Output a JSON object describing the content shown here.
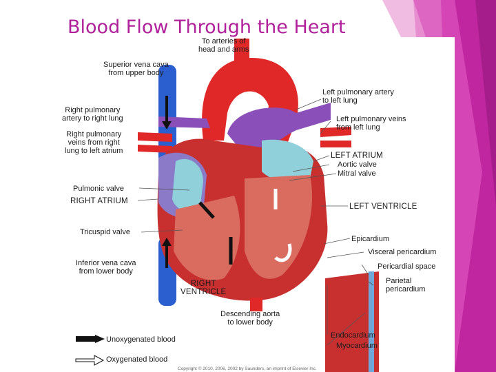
{
  "slide": {
    "title": "Blood Flow Through the Heart",
    "accent_color": "#b0219b"
  },
  "labels": {
    "to_head": "To arteries of\nhead and arms",
    "svc": "Superior vena cava\nfrom upper body",
    "rpa": "Right pulmonary\nartery to right lung",
    "rpv": "Right pulmonary\nveins from right\nlung to left atrium",
    "pulmonic_valve": "Pulmonic valve",
    "right_atrium": "RIGHT ATRIUM",
    "tricuspid": "Tricuspid valve",
    "ivc": "Inferior vena cava\nfrom lower body",
    "right_ventricle": "RIGHT\nVENTRICLE",
    "desc_aorta": "Descending aorta\nto lower body",
    "lpa": "Left pulmonary artery\nto left lung",
    "lpv": "Left pulmonary veins\nfrom left lung",
    "left_atrium": "LEFT ATRIUM",
    "aortic_valve": "Aortic valve",
    "mitral_valve": "Mitral valve",
    "left_ventricle": "LEFT VENTRICLE",
    "epicardium": "Epicardium",
    "visceral": "Visceral pericardium",
    "pericardial_space": "Pericardial space",
    "parietal": "Parietal\npericardium",
    "endocardium": "Endocardium",
    "myocardium": "Myocardium"
  },
  "legend": {
    "unoxygenated": "Unoxygenated blood",
    "oxygenated": "Oxygenated blood"
  },
  "copyright": "Copyright © 2010, 2006, 2002 by Saunders, an imprint of Elsevier Inc.",
  "colors": {
    "oxygenated": "#e02828",
    "deoxygenated": "#2b5fd0",
    "pulmonary_artery": "#8a4fb8",
    "atrium_tint": "#8fd0da",
    "muscle": "#c83030"
  }
}
